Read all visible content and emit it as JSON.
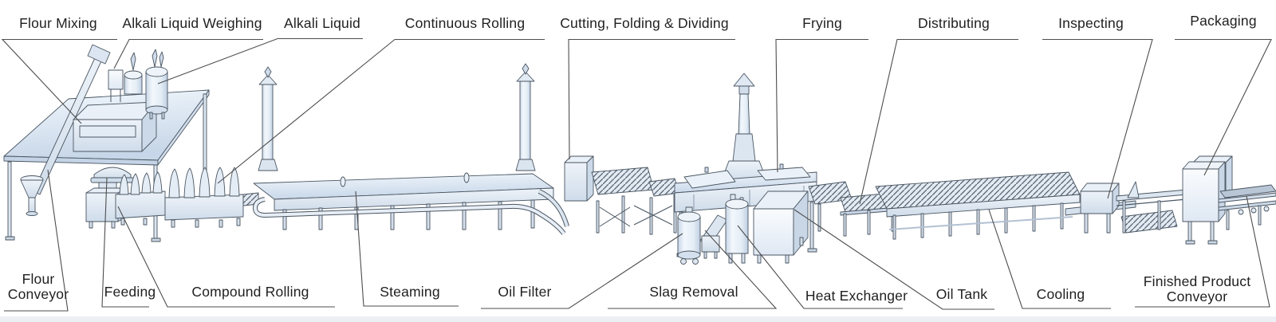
{
  "diagram": {
    "kind": "labeled production line illustration",
    "colors": {
      "background": "#ffffff",
      "label_text": "#1f1f1f",
      "leader_line": "#4d4d4d",
      "machine_stroke": "#4a5662",
      "machine_fill_light": "#f2f7fc",
      "machine_fill_mid": "#d7e2ef",
      "machine_fill_dark": "#c7d6e8",
      "ground_strip": "#eceff3"
    }
  },
  "labels": {
    "top": [
      {
        "id": "flour-mixing",
        "text": "Flour Mixing"
      },
      {
        "id": "alkali-liquid-weighing",
        "text": "Alkali Liquid Weighing"
      },
      {
        "id": "alkali-liquid",
        "text": "Alkali Liquid"
      },
      {
        "id": "continuous-rolling",
        "text": "Continuous Rolling"
      },
      {
        "id": "cutting-folding-dividing",
        "text": "Cutting, Folding & Dividing"
      },
      {
        "id": "frying",
        "text": "Frying"
      },
      {
        "id": "distributing",
        "text": "Distributing"
      },
      {
        "id": "inspecting",
        "text": "Inspecting"
      },
      {
        "id": "packaging",
        "text": "Packaging"
      }
    ],
    "bottom": [
      {
        "id": "flour-conveyor",
        "text": "Flour Conveyor"
      },
      {
        "id": "feeding",
        "text": "Feeding"
      },
      {
        "id": "compound-rolling",
        "text": "Compound Rolling"
      },
      {
        "id": "steaming",
        "text": "Steaming"
      },
      {
        "id": "oil-filter",
        "text": "Oil Filter"
      },
      {
        "id": "slag-removal",
        "text": "Slag Removal"
      },
      {
        "id": "heat-exchanger",
        "text": "Heat Exchanger"
      },
      {
        "id": "oil-tank",
        "text": "Oil Tank"
      },
      {
        "id": "cooling",
        "text": "Cooling"
      },
      {
        "id": "finished-product-conveyor",
        "text": "Finished Product Conveyor"
      }
    ]
  }
}
